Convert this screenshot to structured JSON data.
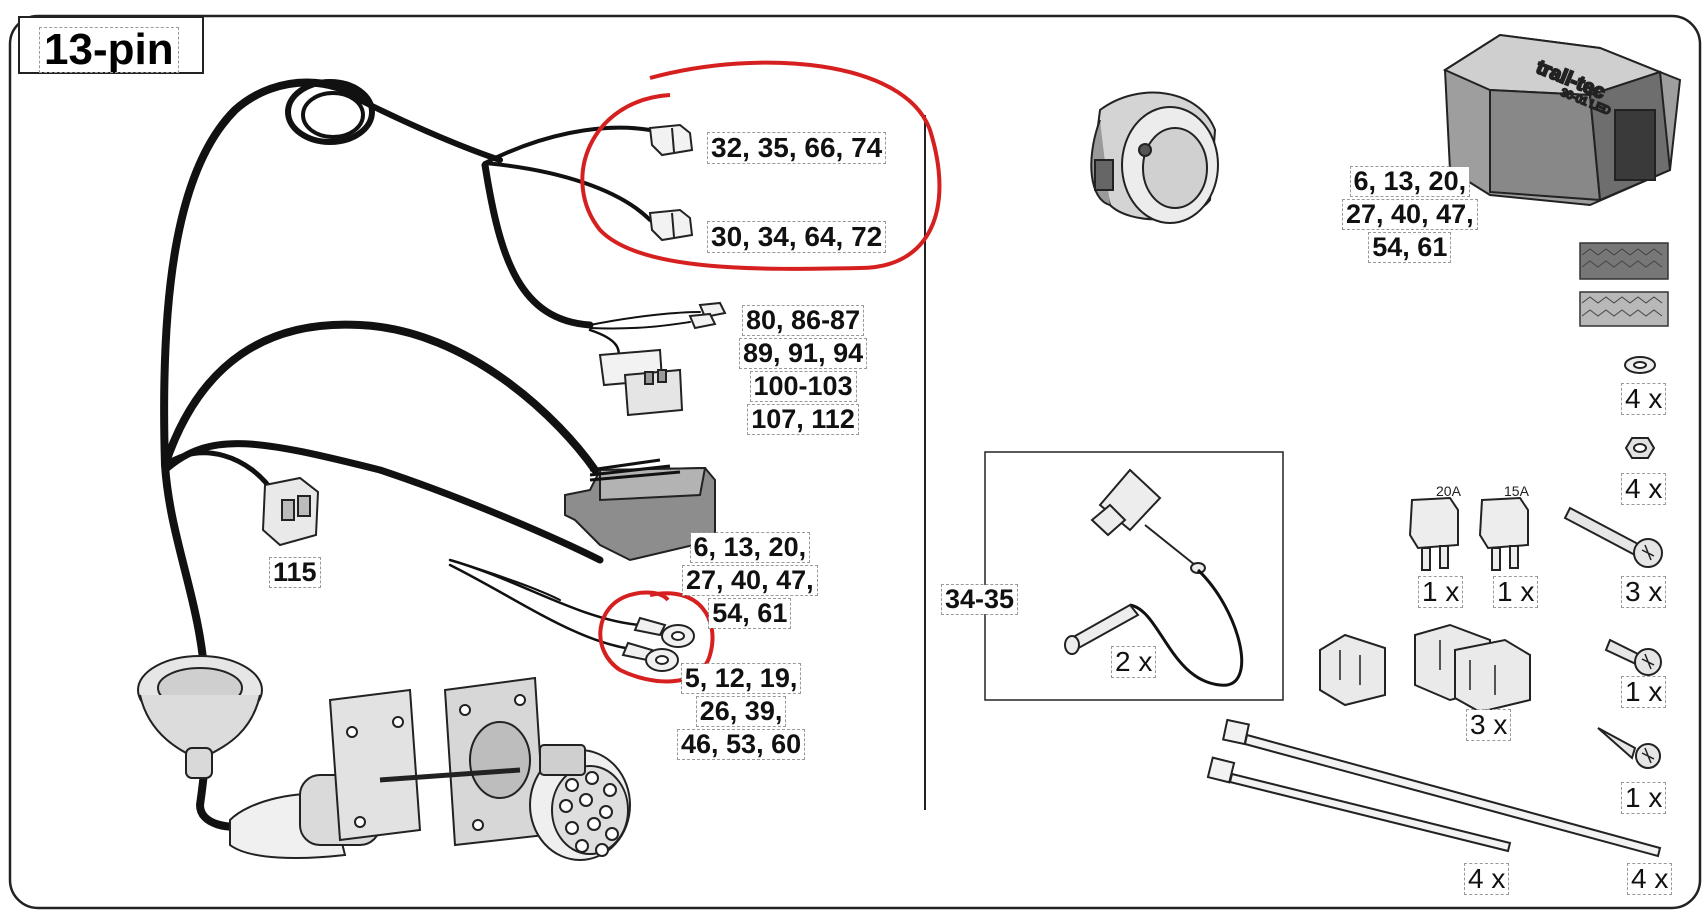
{
  "title": "13-pin",
  "labels": {
    "fast_connector_top": [
      "32, 35, 66, 74"
    ],
    "fast_connector_bottom": [
      "30, 34, 64, 72"
    ],
    "aux_plugs": [
      "80, 86-87",
      "89, 91, 94",
      "100-103",
      "107, 112"
    ],
    "vehicle_connector": [
      "6, 13, 20,",
      "27, 40, 47,",
      "54, 61"
    ],
    "ring_terminals": [
      "5, 12, 19,",
      "26, 39,",
      "46, 53, 60"
    ],
    "two_pin_plug": [
      "115"
    ],
    "module": [
      "6, 13, 20,",
      "27, 40, 47,",
      "54, 61"
    ],
    "tap_kit_ref": "34-35",
    "tap_qty": "2 x",
    "washer_qty": "4 x",
    "nut_qty": "4 x",
    "bolt_long_qty": "3 x",
    "bolt_short_qty": "1 x",
    "screw_qty": "1 x",
    "fuse_20_qty": "1 x",
    "fuse_15_qty": "1 x",
    "fuse_20_label": "20A",
    "fuse_15_label": "15A",
    "holder_qty": "3 x",
    "tie_short_qty": "4 x",
    "tie_long_qty": "4 x",
    "module_brand": "trail-tec",
    "module_model": "30-01 LED"
  },
  "colors": {
    "highlight": "#d62020",
    "line": "#111111",
    "grey_part": "#8a8a8a"
  }
}
